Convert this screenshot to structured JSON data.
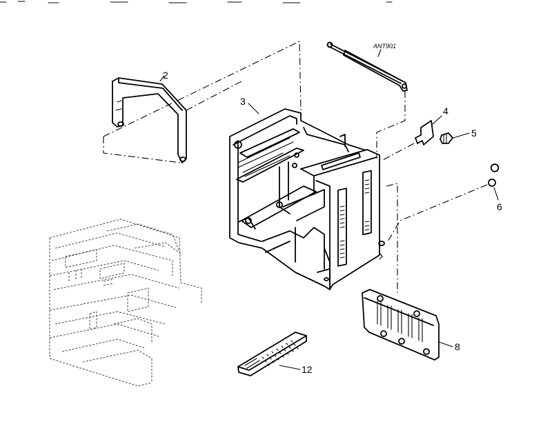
{
  "diagram": {
    "labels": {
      "handle": "2",
      "cabinet": "3",
      "bracket": "4",
      "screw": "5",
      "spring": "6",
      "back_panel": "8",
      "remote": "12",
      "antenna": "ANT901"
    }
  }
}
